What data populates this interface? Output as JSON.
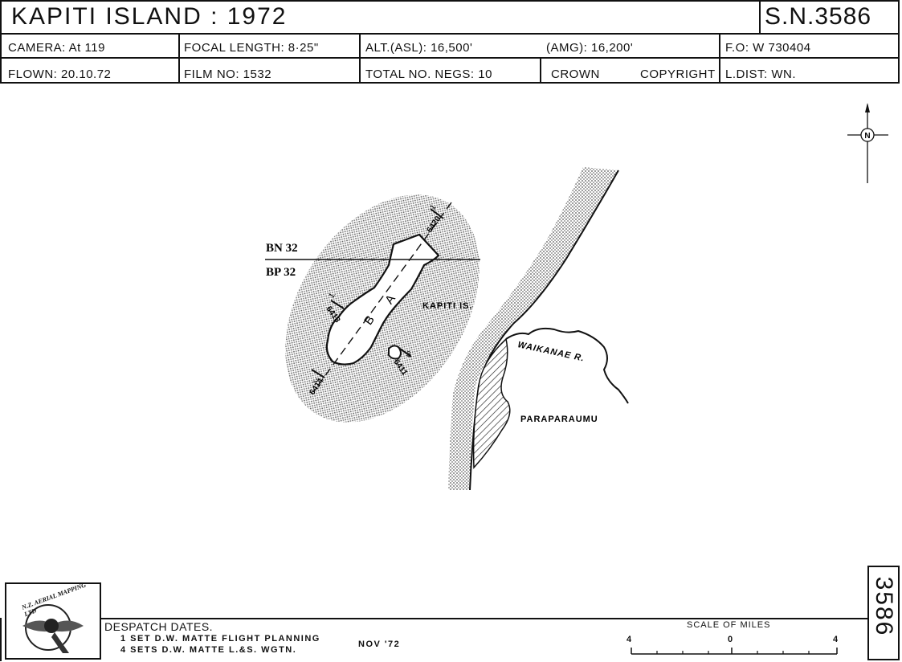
{
  "header": {
    "title": "KAPITI  ISLAND : 1972",
    "sortie": "S.N.3586",
    "row2": {
      "camera": "CAMERA: At 119",
      "focal": "FOCAL LENGTH: 8·25\"",
      "alt_asl": "ALT.(ASL): 16,500'",
      "alt_amg": "(AMG): 16,200'",
      "fo": "F.O: W 730404"
    },
    "row3": {
      "flown": "FLOWN: 20.10.72",
      "film": "FILM  NO:  1532",
      "negs": "TOTAL  NO.  NEGS: 10",
      "crown": "CROWN",
      "copyright": "COPYRIGHT",
      "ldist": "L.DIST: WN."
    }
  },
  "map": {
    "grid_top": "BN 32",
    "grid_bottom": "BP 32",
    "island_label": "KAPITI  IS.",
    "river_label": "WAIKANAE  R.",
    "town_label": "PARAPARAUMU",
    "north_symbol": "N",
    "run_a": "A",
    "run_b": "B",
    "frames": [
      {
        "run": "1",
        "frame": "6420"
      },
      {
        "run": "1",
        "frame": "6413"
      },
      {
        "run": "7",
        "frame": "6414"
      },
      {
        "run": "3",
        "frame": "6411"
      }
    ]
  },
  "footer": {
    "logo_text": "N.Z. AERIAL MAPPING LTD",
    "despatch_title": "DESPATCH  DATES.",
    "despatch_lines": [
      "1  SET  D.W.  MATTE  FLIGHT  PLANNING",
      "4  SETS  D.W.  MATTE  L.&S.  WGTN."
    ],
    "despatch_date": "NOV  '72",
    "scale_title": "SCALE  OF  MILES",
    "scale_left": "4",
    "scale_mid": "0",
    "scale_right": "4",
    "sheet_number": "3586"
  }
}
